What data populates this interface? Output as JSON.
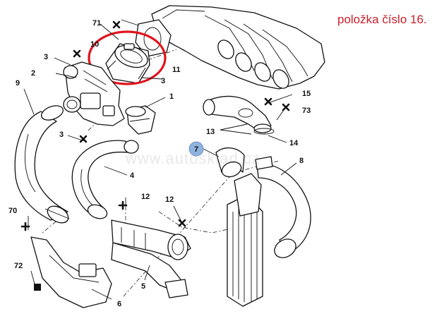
{
  "note": "položka číslo 16.",
  "watermark": "www.autosklad.cz",
  "labels": {
    "l1": "1",
    "l2": "2",
    "l3a": "3",
    "l3b": "3",
    "l3c": "3",
    "l4": "4",
    "l5": "5",
    "l6": "6",
    "l7": "7",
    "l8": "8",
    "l9": "9",
    "l10": "10",
    "l11": "11",
    "l12a": "12",
    "l12b": "12",
    "l13": "13",
    "l14": "14",
    "l15": "15",
    "l70": "70",
    "l71": "71",
    "l72": "72",
    "l73": "73"
  },
  "colors": {
    "highlight": "#e0141e",
    "note": "#c8202a",
    "badge": "#8fb3dd"
  }
}
